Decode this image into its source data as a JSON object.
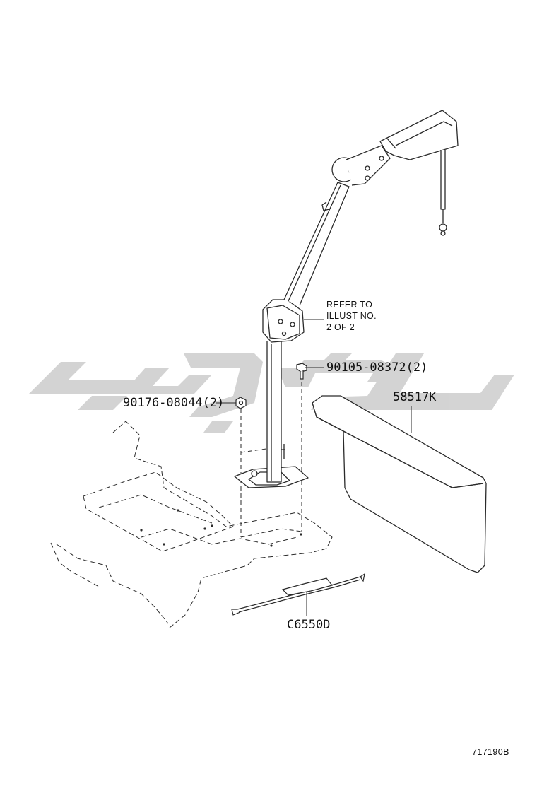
{
  "parts": {
    "nut": "90176-08044(2)",
    "bolt": "90105-08372(2)",
    "cover": "58517K",
    "strap": "C6550D"
  },
  "note": {
    "line1": "REFER TO",
    "line2": "ILLUST NO.",
    "line3": "2 OF 2"
  },
  "illustration_id": "717190B",
  "colors": {
    "line": "#2a2a2a",
    "watermark": "#cfcfcf"
  }
}
